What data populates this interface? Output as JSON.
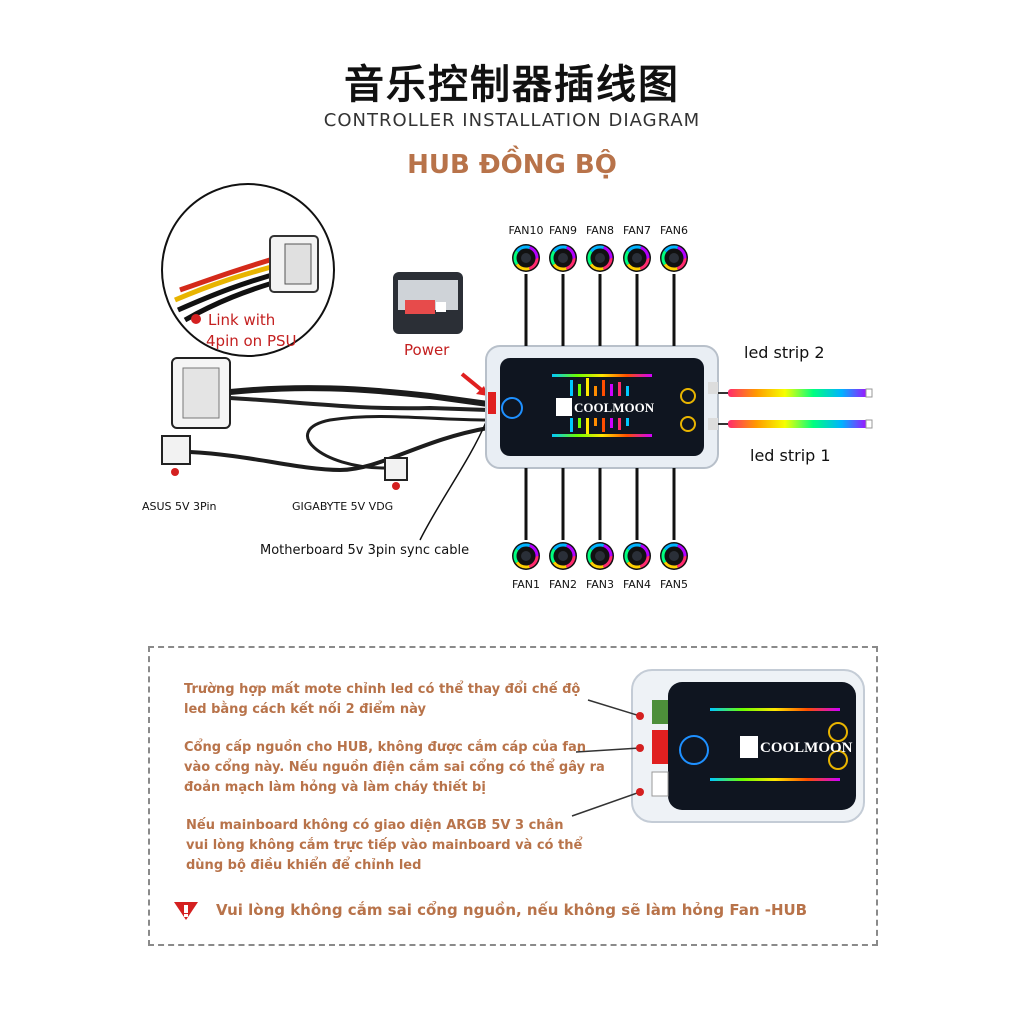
{
  "header": {
    "title_cn": "音乐控制器插线图",
    "title_en": "CONTROLLER INSTALLATION DIAGRAM",
    "title_hub": "HUB ĐỒNG BỘ"
  },
  "fans_top": [
    "FAN10",
    "FAN9",
    "FAN8",
    "FAN7",
    "FAN6"
  ],
  "fans_bottom": [
    "FAN1",
    "FAN2",
    "FAN3",
    "FAN4",
    "FAN5"
  ],
  "labels": {
    "link_psu_line1": "Link with",
    "link_psu_line2": "4pin on PSU",
    "power": "Power",
    "led_strip_2": "led strip 2",
    "led_strip_1": "led strip 1",
    "asus": "ASUS 5V 3Pin",
    "gigabyte": "GIGABYTE 5V  VDG",
    "sync_cable": "Motherboard 5v 3pin sync cable",
    "brand": "COOLMOON"
  },
  "notes": {
    "note1_line1": "Trường hợp mất mote chỉnh led có thể thay đổi chế độ",
    "note1_line2": "led bằng cách kết nối 2 điểm này",
    "note2_line1": "Cổng cấp nguồn cho HUB, không được cắm cáp của fan",
    "note2_line2": "vào cổng này. Nếu nguồn điện cắm sai cổng có thể gây ra",
    "note2_line3": "đoản mạch làm hỏng và làm cháy thiết bị",
    "note3_line1": "Nếu mainboard không có giao diện ARGB 5V 3 chân",
    "note3_line2": "vui lòng không cắm trực tiếp vào mainboard và có thể",
    "note3_line3": "dùng bộ điều khiển để chỉnh led",
    "warning": "Vui lòng không cắm sai cổng nguồn,  nếu không sẽ làm hỏng Fan -HUB"
  },
  "colors": {
    "accent": "#b8734a",
    "red": "#c42020",
    "hub_bg": "#0f1520"
  }
}
